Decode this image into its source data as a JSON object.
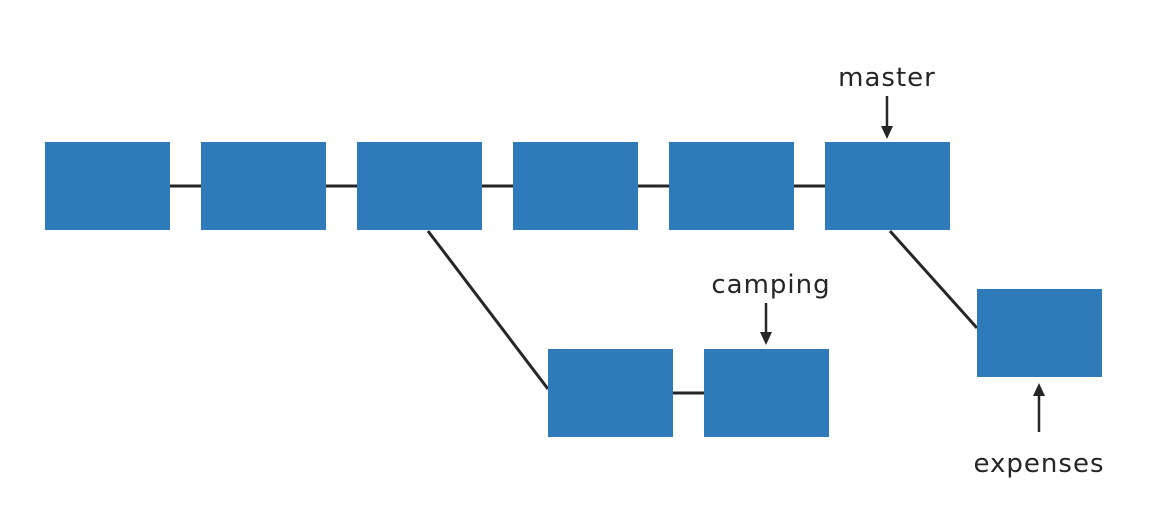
{
  "diagram": {
    "type": "git-branch-graph",
    "colors": {
      "commit": "#2f7ab9",
      "line": "#262626",
      "text": "#262626",
      "background": "#ffffff"
    },
    "labels": {
      "master": "master",
      "camping": "camping",
      "expenses": "expenses"
    },
    "commits": [
      {
        "id": "m1",
        "branch": "master"
      },
      {
        "id": "m2",
        "branch": "master"
      },
      {
        "id": "m3",
        "branch": "master"
      },
      {
        "id": "m4",
        "branch": "master"
      },
      {
        "id": "m5",
        "branch": "master"
      },
      {
        "id": "m6",
        "branch": "master"
      },
      {
        "id": "c1",
        "branch": "camping"
      },
      {
        "id": "c2",
        "branch": "camping"
      },
      {
        "id": "e1",
        "branch": "expenses"
      }
    ],
    "edges": [
      {
        "from": "m1",
        "to": "m2"
      },
      {
        "from": "m2",
        "to": "m3"
      },
      {
        "from": "m3",
        "to": "m4"
      },
      {
        "from": "m4",
        "to": "m5"
      },
      {
        "from": "m5",
        "to": "m6"
      },
      {
        "from": "m3",
        "to": "c1"
      },
      {
        "from": "c1",
        "to": "c2"
      },
      {
        "from": "m6",
        "to": "e1"
      }
    ],
    "pointers": [
      {
        "label": "master",
        "target": "m6"
      },
      {
        "label": "camping",
        "target": "c2"
      },
      {
        "label": "expenses",
        "target": "e1"
      }
    ]
  }
}
